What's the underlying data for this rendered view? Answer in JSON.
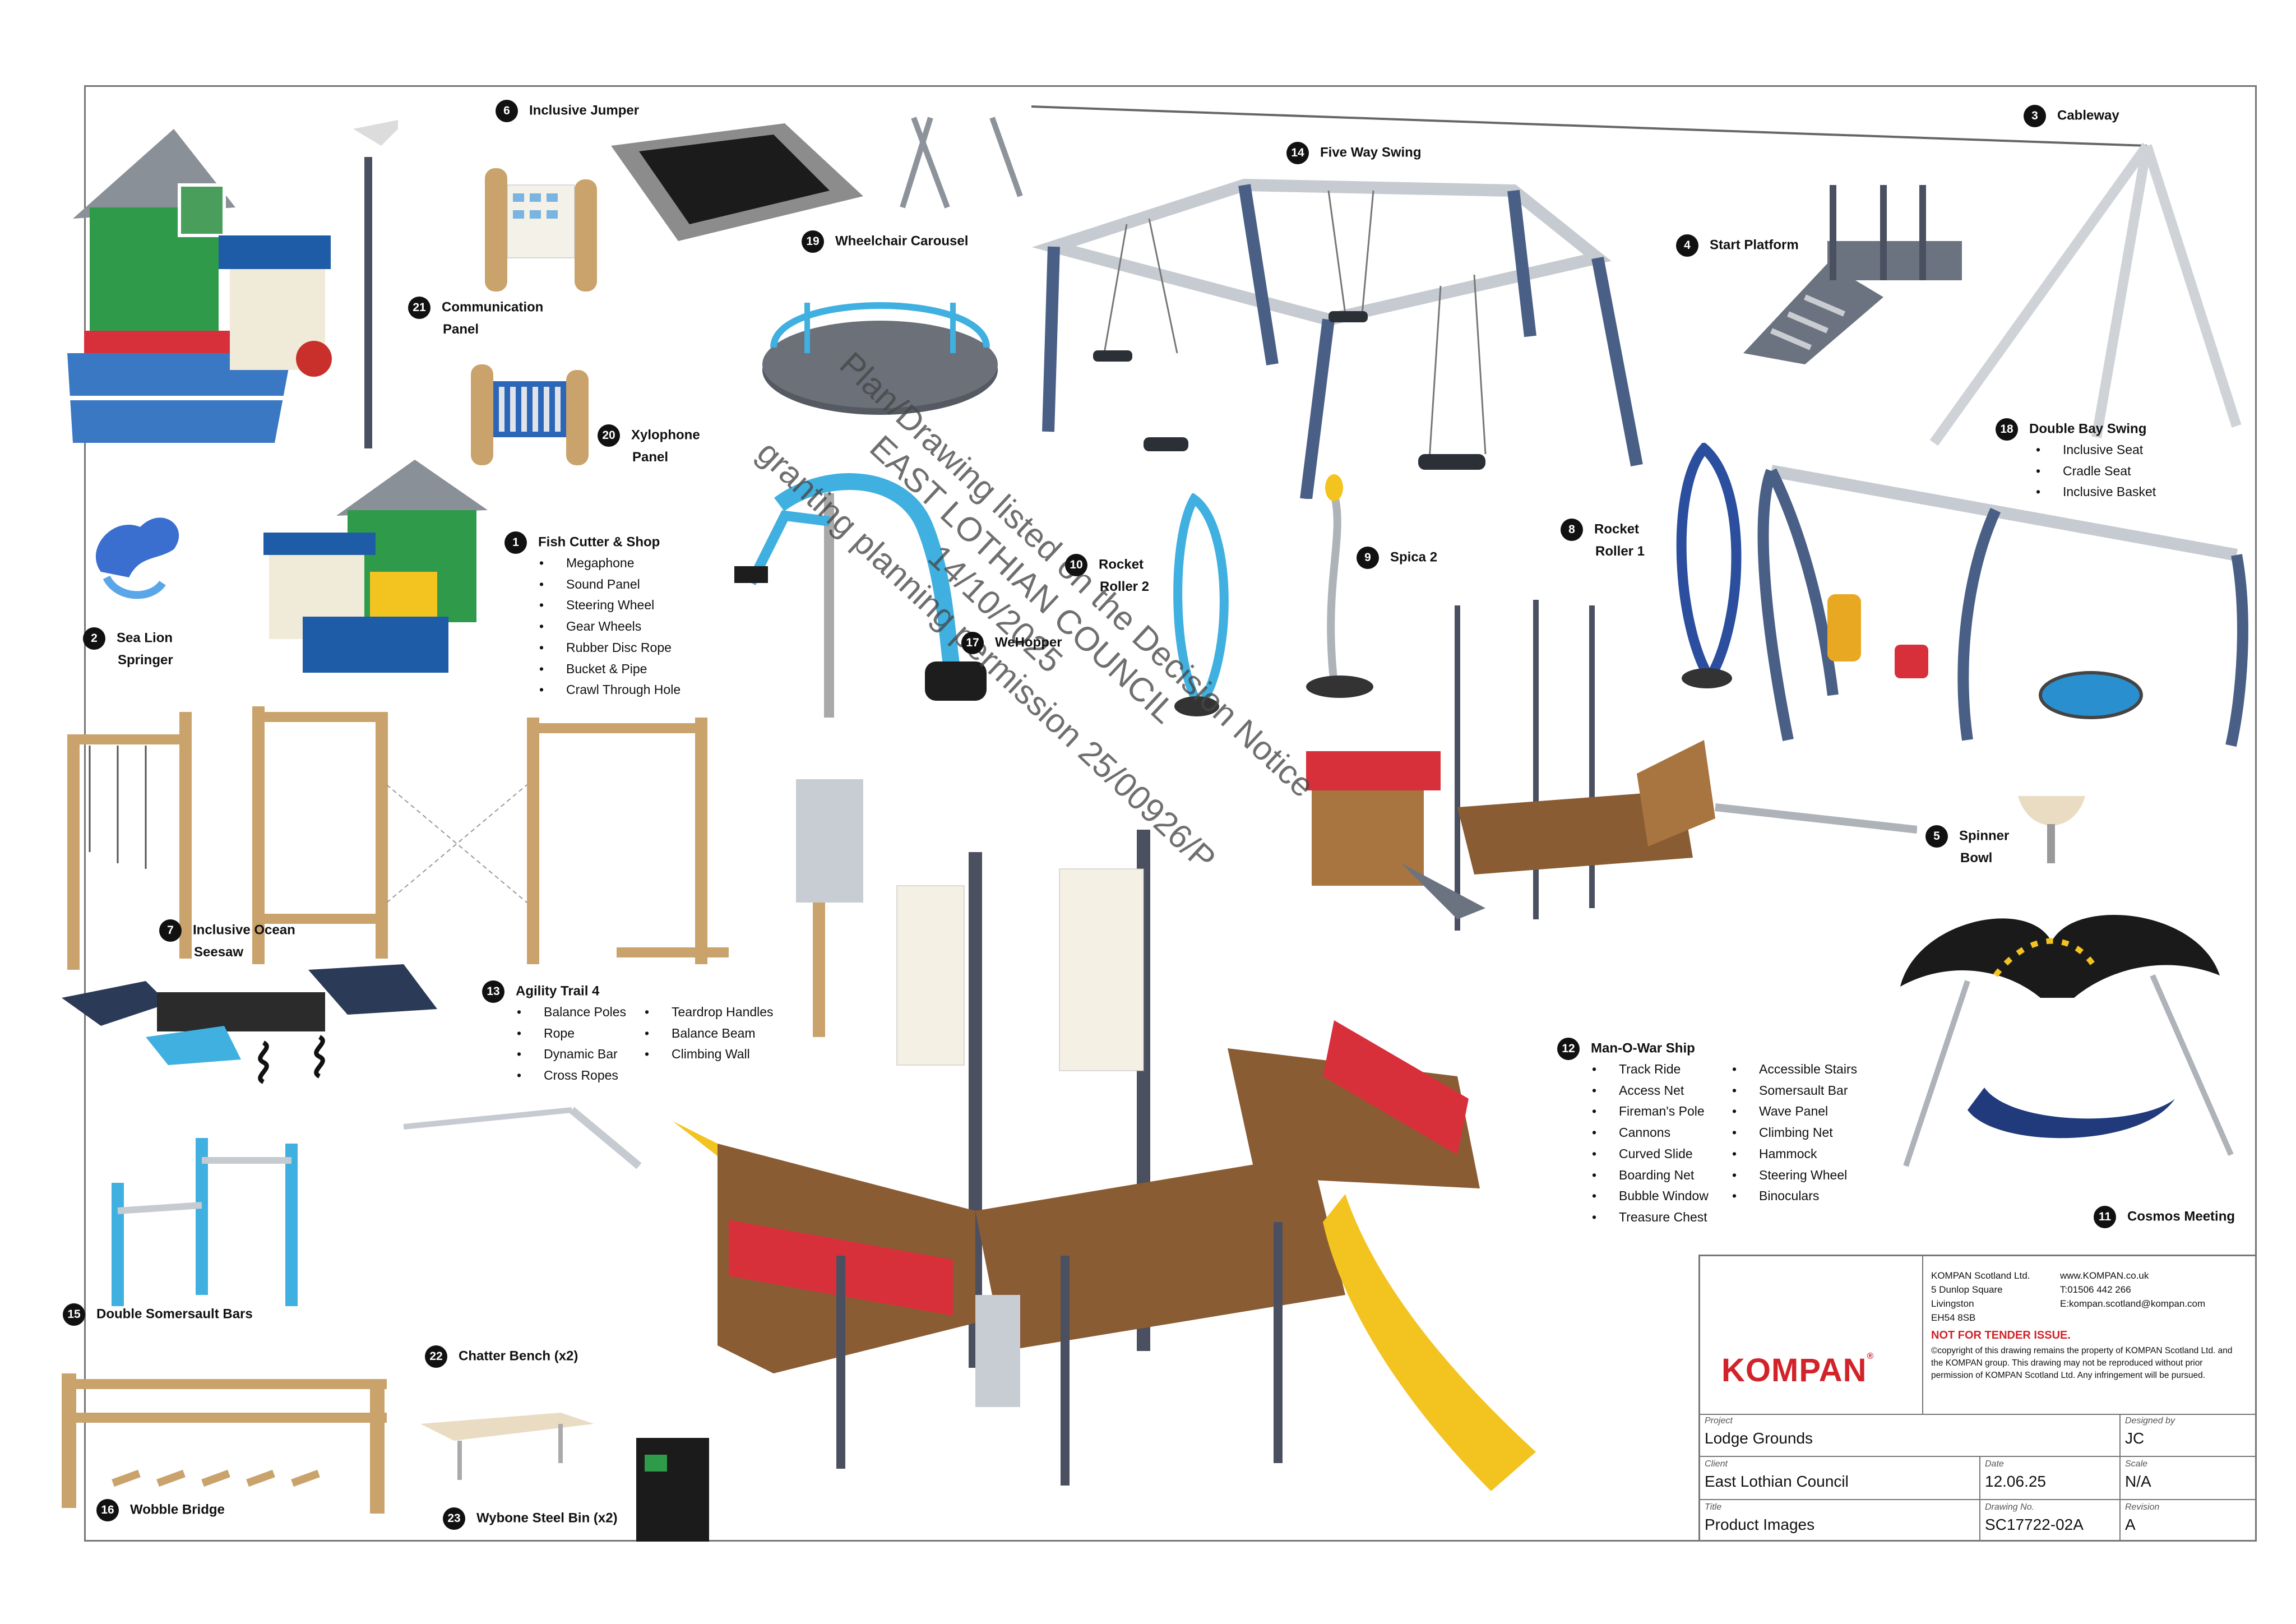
{
  "items": [
    {
      "num": "1",
      "lines": [
        "Fish Cutter & Shop"
      ],
      "features": [
        "Megaphone",
        "Sound Panel",
        "Steering Wheel",
        "Gear Wheels",
        "Rubber Disc Rope",
        "Bucket & Pipe",
        "Crawl Through Hole"
      ]
    },
    {
      "num": "2",
      "lines": [
        "Sea Lion",
        "Springer"
      ]
    },
    {
      "num": "3",
      "lines": [
        "Cableway"
      ]
    },
    {
      "num": "4",
      "lines": [
        "Start Platform"
      ]
    },
    {
      "num": "5",
      "lines": [
        "Spinner",
        "Bowl"
      ]
    },
    {
      "num": "6",
      "lines": [
        "Inclusive Jumper"
      ]
    },
    {
      "num": "7",
      "lines": [
        "Inclusive Ocean",
        "Seesaw"
      ]
    },
    {
      "num": "8",
      "lines": [
        "Rocket",
        "Roller 1"
      ]
    },
    {
      "num": "9",
      "lines": [
        "Spica 2"
      ]
    },
    {
      "num": "10",
      "lines": [
        "Rocket",
        "Roller 2"
      ]
    },
    {
      "num": "11",
      "lines": [
        "Cosmos Meeting"
      ]
    },
    {
      "num": "12",
      "lines": [
        "Man-O-War Ship"
      ],
      "features_col1": [
        "Track Ride",
        "Access Net",
        "Fireman's Pole",
        "Cannons",
        "Curved Slide",
        "Boarding Net",
        "Bubble Window",
        "Treasure Chest"
      ],
      "features_col2": [
        "Accessible Stairs",
        "Somersault Bar",
        "Wave Panel",
        "Climbing Net",
        "Hammock",
        "Steering Wheel",
        "Binoculars"
      ]
    },
    {
      "num": "13",
      "lines": [
        "Agility Trail 4"
      ],
      "features_col1": [
        "Balance Poles",
        "Rope",
        "Dynamic Bar",
        "Cross Ropes"
      ],
      "features_col2": [
        "Teardrop Handles",
        "Balance Beam",
        "Climbing Wall"
      ]
    },
    {
      "num": "14",
      "lines": [
        "Five Way Swing"
      ]
    },
    {
      "num": "15",
      "lines": [
        "Double Somersault Bars"
      ]
    },
    {
      "num": "16",
      "lines": [
        "Wobble Bridge"
      ]
    },
    {
      "num": "17",
      "lines": [
        "WeHopper"
      ]
    },
    {
      "num": "18",
      "lines": [
        "Double Bay Swing"
      ],
      "features": [
        "Inclusive Seat",
        "Cradle Seat",
        "Inclusive Basket"
      ]
    },
    {
      "num": "19",
      "lines": [
        "Wheelchair Carousel"
      ]
    },
    {
      "num": "20",
      "lines": [
        "Xylophone",
        "Panel"
      ]
    },
    {
      "num": "21",
      "lines": [
        "Communication",
        "Panel"
      ]
    },
    {
      "num": "22",
      "lines": [
        "Chatter Bench (x2)"
      ]
    },
    {
      "num": "23",
      "lines": [
        "Wybone Steel Bin (x2)"
      ]
    }
  ],
  "watermark": [
    "Plan/Drawing listed on the Decision Notice",
    "EAST LOTHIAN COUNCIL",
    "14/10/2025",
    "granting planning permission 25/00926/P"
  ],
  "title_block": {
    "logo_text": "KOMPAN",
    "logo_mark": "®",
    "address": [
      "KOMPAN Scotland Ltd.",
      "5 Dunlop Square",
      "Livingston",
      "EH54 8SB"
    ],
    "contact": [
      "www.KOMPAN.co.uk",
      "T:01506 442 266",
      "E:kompan.scotland@kompan.com"
    ],
    "tender_notice": "NOT FOR TENDER ISSUE.",
    "copyright": "©copyright of this drawing remains the property of KOMPAN Scotland Ltd. and the KOMPAN group. This drawing may not be reproduced without prior permission of KOMPAN Scotland Ltd. Any infringement will be pursued.",
    "project_label": "Project",
    "project": "Lodge Grounds",
    "designed_label": "Designed by",
    "designed": "JC",
    "client_label": "Client",
    "client": "East Lothian Council",
    "date_label": "Date",
    "date": "12.06.25",
    "scale_label": "Scale",
    "scale": "N/A",
    "title_label": "Title",
    "title": "Product Images",
    "drawing_label": "Drawing No.",
    "drawing": "SC17722-02A",
    "revision_label": "Revision",
    "revision": "A"
  },
  "colors": {
    "kompan_red": "#d2232a",
    "steel_blue": "#4a5f86",
    "wood": "#c9a36b",
    "ship_red": "#d8303a",
    "slide_yellow": "#f3c320",
    "aqua": "#3fb0e0",
    "green": "#2f9b4a"
  }
}
